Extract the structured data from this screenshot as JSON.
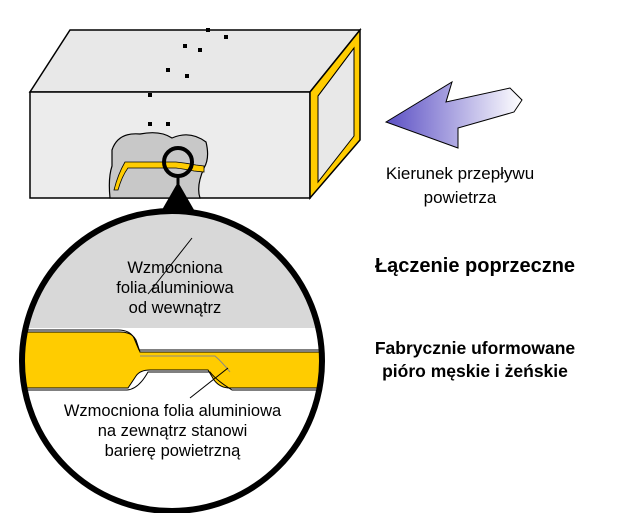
{
  "flow_label": [
    "Kierunek przepływu",
    "powietrza"
  ],
  "title": "Łączenie poprzeczne",
  "subtitle": [
    "Fabrycznie uformowane",
    "pióro męskie i żeńskie"
  ],
  "inner_label": [
    "Wzmocniona",
    "folia aluminiowa",
    "od wewnątrz"
  ],
  "outer_label": [
    "Wzmocniona folia aluminiowa",
    "na zewnątrz stanowi",
    "barierę powietrzną"
  ],
  "colors": {
    "panel": "#e6e6e6",
    "panel_dark": "#c8c8c8",
    "insulation": "#ffcc00",
    "arrow_light": "#ffffff",
    "arrow_dark": "#6a5acd",
    "outline": "#000000",
    "background": "#ffffff"
  },
  "icons": {
    "flow_arrow": "left-arrow-icon",
    "pointer": "up-triangle-icon"
  }
}
